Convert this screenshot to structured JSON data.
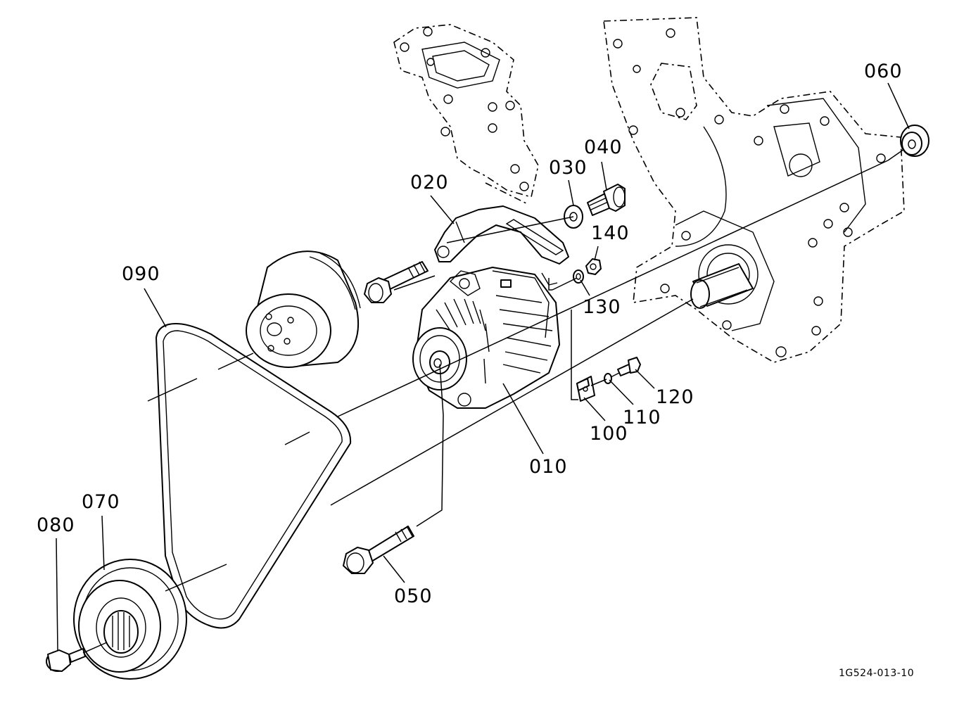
{
  "labels": {
    "p010": "010",
    "p020": "020",
    "p030": "030",
    "p040": "040",
    "p050": "050",
    "p060": "060",
    "p070": "070",
    "p080": "080",
    "p090": "090",
    "p100": "100",
    "p110": "110",
    "p120": "120",
    "p130": "130",
    "p140": "140"
  },
  "figure_ref": "1G524-013-10",
  "parts": {
    "alternator": "alternator-icon",
    "bracket": "bracket-icon",
    "belt": "v-belt-icon",
    "fan_pulley": "fan-pulley-icon",
    "crank_pulley": "crankshaft-pulley-icon",
    "gear_case": "gear-case-icon",
    "water_flange": "water-flange-icon"
  },
  "colors": {
    "line": "#000000",
    "background": "#ffffff"
  }
}
